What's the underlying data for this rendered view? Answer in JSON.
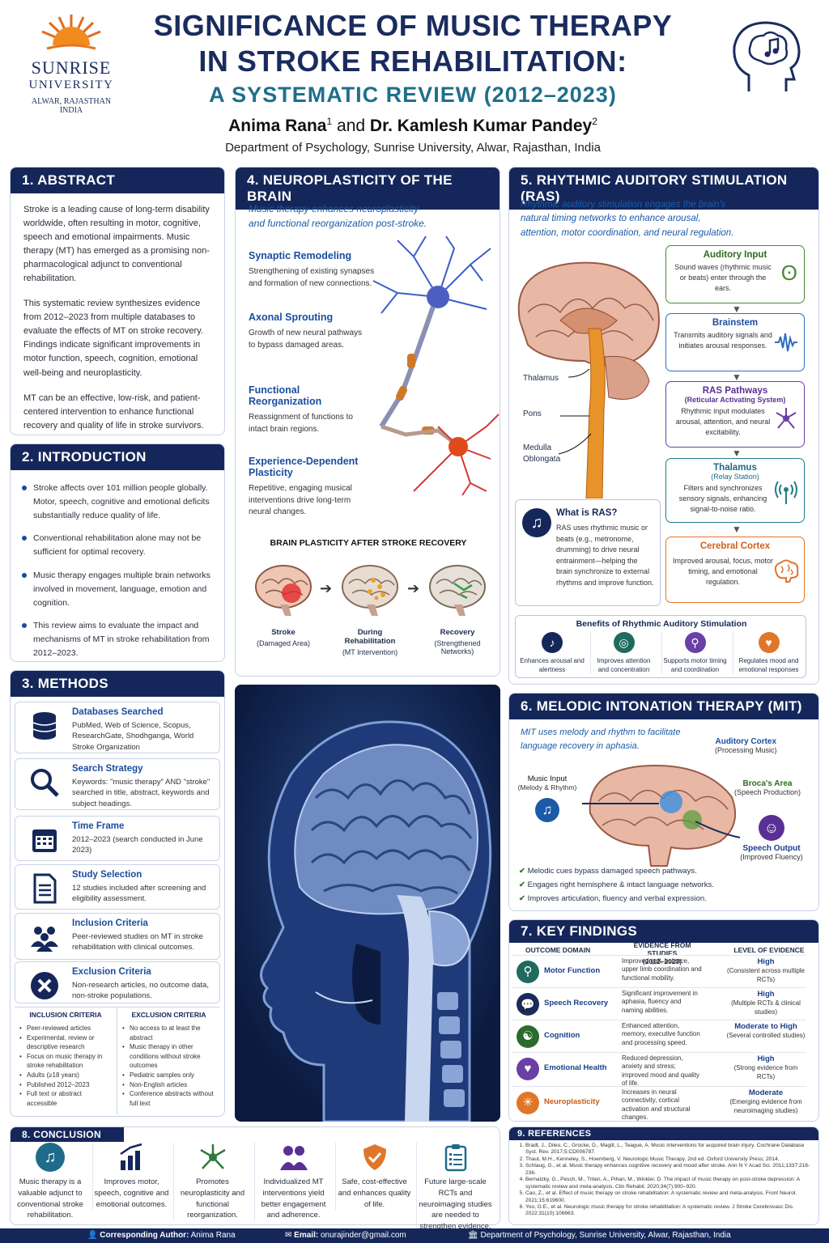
{
  "header": {
    "logo_name": "SUNRISE",
    "logo_sub": "UNIVERSITY",
    "logo_loc1": "ALWAR, RAJASTHAN",
    "logo_loc2": "INDIA",
    "title1": "SIGNIFICANCE OF MUSIC THERAPY",
    "title2": "IN STROKE REHABILITATION:",
    "subtitle": "A SYSTEMATIC REVIEW (2012–2023)",
    "author1": "Anima Rana",
    "sup1": "1",
    "and": "and",
    "author2": "Dr. Kamlesh Kumar Pandey",
    "sup2": "2",
    "department": "Department of Psychology, Sunrise University, Alwar, Rajasthan, India"
  },
  "abstract": {
    "heading": "1. ABSTRACT",
    "p1": "Stroke is a leading cause of long-term disability worldwide, often resulting in motor, cognitive, speech and emotional impairments. Music therapy (MT) has emerged as a promising non-pharmacological adjunct to conventional rehabilitation.",
    "p2": "This systematic review synthesizes evidence from 2012–2023 from multiple databases to evaluate the effects of MT on stroke recovery. Findings indicate significant improvements in motor function, speech, cognition, emotional well-being and neuroplasticity.",
    "p3": "MT can be an effective, low-risk, and patient-centered intervention to enhance functional recovery and quality of life in stroke survivors."
  },
  "intro": {
    "heading": "2. INTRODUCTION",
    "items": [
      "Stroke affects over 101 million people globally. Motor, speech, cognitive and emotional deficits substantially reduce quality of life.",
      "Conventional rehabilitation alone may not be sufficient for optimal recovery.",
      "Music therapy engages multiple brain networks involved in movement, language, emotion and cognition.",
      "This review aims to evaluate the impact and mechanisms of MT in stroke rehabilitation from 2012–2023."
    ]
  },
  "methods": {
    "heading": "3. METHODS",
    "cards": [
      {
        "title": "Databases Searched",
        "body": "PubMed, Web of Science, Scopus, ResearchGate, Shodhganga, World Stroke Organization",
        "icon": "database-icon"
      },
      {
        "title": "Search Strategy",
        "body": "Keywords: \"music therapy\" AND \"stroke\" searched in title, abstract, keywords and subject headings.",
        "icon": "search-icon"
      },
      {
        "title": "Time Frame",
        "body": "2012–2023 (search conducted in June 2023)",
        "icon": "calendar-icon"
      },
      {
        "title": "Study Selection",
        "body": "12 studies included after screening and eligibility assessment.",
        "icon": "document-icon"
      },
      {
        "title": "Inclusion Criteria",
        "body": "Peer-reviewed studies on MT in stroke rehabilitation with clinical outcomes.",
        "icon": "people-icon"
      },
      {
        "title": "Exclusion Criteria",
        "body": "Non-research articles, no outcome data, non-stroke populations.",
        "icon": "x-icon"
      }
    ],
    "inc_head": "INCLUSION CRITERIA",
    "exc_head": "EXCLUSION CRITERIA",
    "inc": [
      "Peer-reviewed articles",
      "Experimental, review or descriptive research",
      "Focus on music therapy in stroke rehabilitation",
      "Adults (≥18 years)",
      "Published 2012–2023",
      "Full text or abstract accessible"
    ],
    "exc": [
      "No access to at least the abstract",
      "Music therapy in other conditions without stroke outcomes",
      "Pediatric samples only",
      "Non-English articles",
      "Conference abstracts without full text"
    ]
  },
  "neuro": {
    "heading": "4. NEUROPLASTICITY OF THE BRAIN",
    "intro": "Music therapy enhances neuroplasticity and functional reorganization post-stroke.",
    "items": [
      {
        "t": "Synaptic Remodeling",
        "b": "Strengthening of existing synapses and formation of new connections."
      },
      {
        "t": "Axonal Sprouting",
        "b": "Growth of new neural pathways to bypass damaged areas."
      },
      {
        "t": "Functional Reorganization",
        "b": "Reassignment of functions to intact brain regions."
      },
      {
        "t": "Experience-Dependent Plasticity",
        "b": "Repetitive, engaging musical interventions drive long-term neural changes."
      }
    ],
    "stages_title": "BRAIN PLASTICITY AFTER STROKE RECOVERY",
    "stages": [
      {
        "t": "Stroke",
        "b": "(Damaged Area)"
      },
      {
        "t": "During Rehabilitation",
        "b": "(MT Intervention)"
      },
      {
        "t": "Recovery",
        "b": "(Strengthened Networks)"
      }
    ]
  },
  "ras": {
    "heading": "5. RHYTHMIC AUDITORY STIMULATION (RAS)",
    "intro": "Rhythmic auditory stimulation engages the brain's natural timing networks to enhance arousal, attention, motor coordination, and neural regulation.",
    "labels": [
      "Thalamus",
      "Pons",
      "Medulla",
      "Oblongata"
    ],
    "steps": [
      {
        "t": "Auditory Input",
        "s": "",
        "b": "Sound waves (rhythmic music or beats) enter through the ears.",
        "color": "#4b8a3a"
      },
      {
        "t": "Brainstem",
        "s": "",
        "b": "Transmits auditory signals and initiates arousal responses.",
        "color": "#2c6fc2"
      },
      {
        "t": "RAS Pathways",
        "s": "(Reticular Activating System)",
        "b": "Rhythmic input modulates arousal, attention, and neural excitability.",
        "color": "#6a3fa6"
      },
      {
        "t": "Thalamus",
        "s": "(Relay Station)",
        "b": "Filters and synchronizes sensory signals, enhancing signal-to-noise ratio.",
        "color": "#1f7f86"
      },
      {
        "t": "Cerebral Cortex",
        "s": "",
        "b": "Improved arousal, focus, motor timing, and emotional regulation.",
        "color": "#e0762a"
      }
    ],
    "what_t": "What is RAS?",
    "what_b": "RAS uses rhythmic music or beats (e.g., metronome, drumming) to drive neural entrainment—helping the brain synchronize to external rhythms and improve function.",
    "benefits_title": "Benefits of Rhythmic Auditory Stimulation",
    "benefits": [
      "Enhances arousal and alertness",
      "Improves attention and concentration",
      "Supports motor timing and coordination",
      "Regulates mood and emotional responses"
    ]
  },
  "mit": {
    "heading": "6. MELODIC INTONATION THERAPY (MIT)",
    "intro": "MIT uses melody and rhythm to facilitate language recovery in aphasia.",
    "l_aud": "Auditory Cortex",
    "l_aud2": "(Processing Music)",
    "l_broca": "Broca's Area",
    "l_broca2": "(Speech Production)",
    "l_input": "Music Input",
    "l_input2": "(Melody & Rhythm)",
    "l_out": "Speech Output",
    "l_out2": "(Improved Fluency)",
    "checks": [
      "Melodic cues bypass damaged speech pathways.",
      "Engages right hemisphere & intact language networks.",
      "Improves articulation, fluency and verbal expression."
    ]
  },
  "findings": {
    "heading": "7. KEY FINDINGS",
    "col1": "OUTCOME DOMAIN",
    "col2": "EVIDENCE FROM STUDIES",
    "col2b": "(2012–2023)",
    "col3": "LEVEL OF EVIDENCE",
    "rows": [
      {
        "d": "Motor Function",
        "e": "Improved gait, balance, upper limb coordination and functional mobility.",
        "l": "High",
        "n": "(Consistent across multiple RCTs)",
        "c": "#1f6b5e"
      },
      {
        "d": "Speech Recovery",
        "e": "Significant improvement in aphasia, fluency and naming abilities.",
        "l": "High",
        "n": "(Multiple RCTs & clinical studies)",
        "c": "#1a2c5e"
      },
      {
        "d": "Cognition",
        "e": "Enhanced attention, memory, executive function and processing speed.",
        "l": "Moderate to High",
        "n": "(Several controlled studies)",
        "c": "#2b6b2e"
      },
      {
        "d": "Emotional Health",
        "e": "Reduced depression, anxiety and stress; improved mood and quality of life.",
        "l": "High",
        "n": "(Strong evidence from RCTs)",
        "c": "#6a3fa6"
      },
      {
        "d": "Neuroplasticity",
        "e": "Increases in neural connectivity, cortical activation and structural changes.",
        "l": "Moderate",
        "n": "(Emerging evidence from neuroimaging studies)",
        "c": "#e0762a"
      }
    ]
  },
  "conclusion": {
    "heading": "8. CONCLUSION",
    "items": [
      "Music therapy is a valuable adjunct to conventional stroke rehabilitation.",
      "Improves motor, speech, cognitive and emotional outcomes.",
      "Promotes neuroplasticity and functional reorganization.",
      "Individualized MT interventions yield better engagement and adherence.",
      "Safe, cost-effective and enhances quality of life.",
      "Future large-scale RCTs and neuroimaging studies are needed to strengthen evidence."
    ]
  },
  "references": {
    "heading": "9. REFERENCES",
    "items": [
      "Bradt, J., Dileo, C., Grocke, D., Magill, L., Teague, A. Music interventions for acquired brain injury. Cochrane Database Syst. Rev. 2017;5:CD006787.",
      "Thaut, M.H., Kenneley, S., Hoemberg, V. Neurologic Music Therapy. 2nd ed. Oxford University Press; 2014.",
      "Schlaug, G., et al. Music therapy enhances cognitive recovery and mood after stroke. Ann N Y Acad Sci. 2011;1337:218-236.",
      "Bernatzky, G., Pesch, M., Triten, A., Pihan, M., Winkler, D. The impact of music therapy on post-stroke depression: A systematic review and meta-analysis. Clin Rehabil. 2020;34(7):900–920.",
      "Cao, Z., et al. Effect of music therapy on stroke rehabilitation: A systematic review and meta-analysis. Front Neurol. 2021;15:619600.",
      "Yoo, G.E., et al. Neurologic music therapy for stroke rehabilitation: A systematic review. J Stroke Cerebrovasc Dis. 2022;31(10):106663."
    ]
  },
  "footer": {
    "ca_label": "Corresponding Author:",
    "ca_name": "Anima Rana",
    "email_label": "Email:",
    "email": "onurajinder@gmail.com",
    "dept": "Department of Psychology, Sunrise University, Alwar, Rajasthan, India"
  },
  "colors": {
    "navy": "#15275a",
    "accent": "#1b5aa8",
    "orange": "#e0762a"
  }
}
